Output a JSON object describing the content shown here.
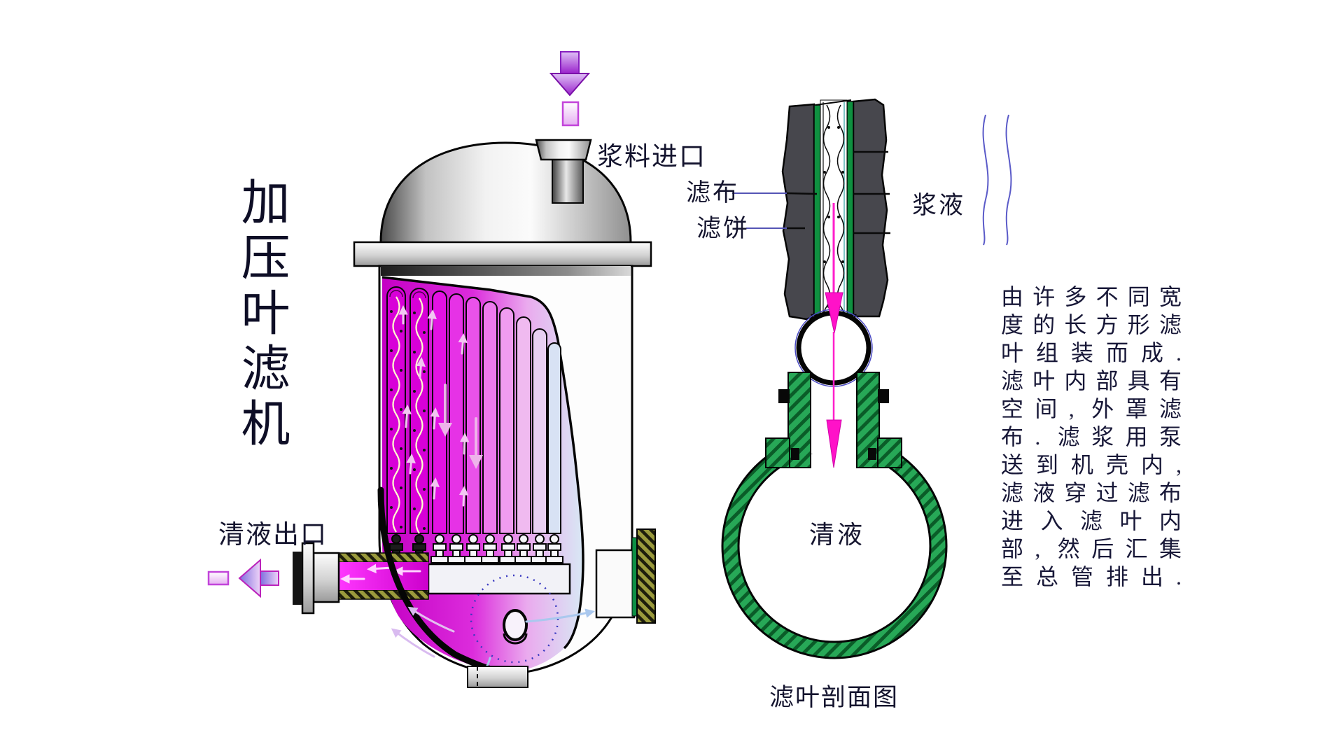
{
  "page": {
    "background": "#ffffff"
  },
  "title": {
    "text": "加压叶滤机"
  },
  "main_diagram": {
    "labels": {
      "slurry_inlet": "浆料进口",
      "filtrate_outlet": "清液出口"
    }
  },
  "section_diagram": {
    "labels": {
      "filter_cloth": "滤布",
      "filter_cake": "滤饼",
      "slurry": "浆液",
      "clear_liquid": "清液"
    },
    "caption": "滤叶剖面图"
  },
  "description": {
    "lines": [
      "由许多不同宽",
      "度的长方形滤",
      "叶组装而成.",
      "滤叶内部具有",
      "空间, 外罩滤",
      "布. 滤浆用泵",
      "送到机壳内,",
      "滤液穿过滤布",
      "进入滤叶内",
      "部, 然后汇集",
      "至总管排出."
    ]
  },
  "colors": {
    "slurry_magenta": "#e000e0",
    "arrow_purple": "#9018c8",
    "filter_cloth_green": "#18a24c",
    "filter_cake_gray": "#47474d",
    "ink": "#14142e"
  }
}
